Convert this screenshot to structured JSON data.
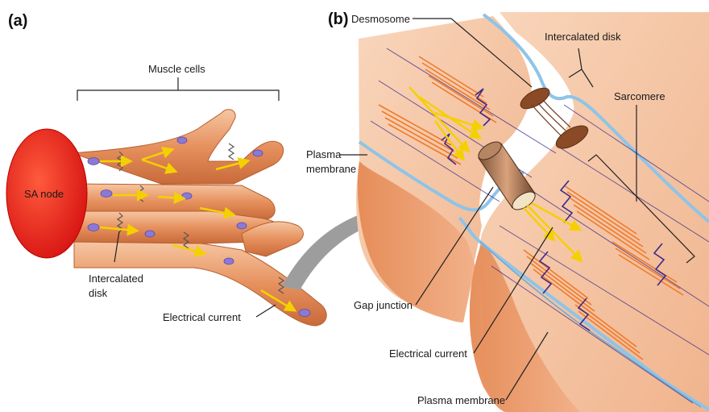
{
  "panel_a": {
    "tag": "(a)",
    "labels": {
      "muscle_cells": "Muscle cells",
      "sa_node": "SA node",
      "intercalated_disk_line1": "Intercalated",
      "intercalated_disk_line2": "disk",
      "electrical_current": "Electrical current"
    }
  },
  "panel_b": {
    "tag": "(b)",
    "labels": {
      "desmosome": "Desmosome",
      "intercalated_disk": "Intercalated disk",
      "sarcomere": "Sarcomere",
      "plasma_membrane_line1": "Plasma",
      "plasma_membrane_line2": "membrane",
      "gap_junction": "Gap junction",
      "electrical_current": "Electrical current",
      "plasma_membrane_bottom": "Plasma membrane"
    }
  },
  "colors": {
    "sa_node": "#e8201c",
    "muscle_fiber": "#e69466",
    "membrane": "#8ec4e8",
    "current_arrow": "#f5d000",
    "nucleus": "#8a7ad6",
    "myofilament": "#ef7a2a",
    "z_line": "#3b2a8a",
    "desmosome": "#8a4a26"
  }
}
